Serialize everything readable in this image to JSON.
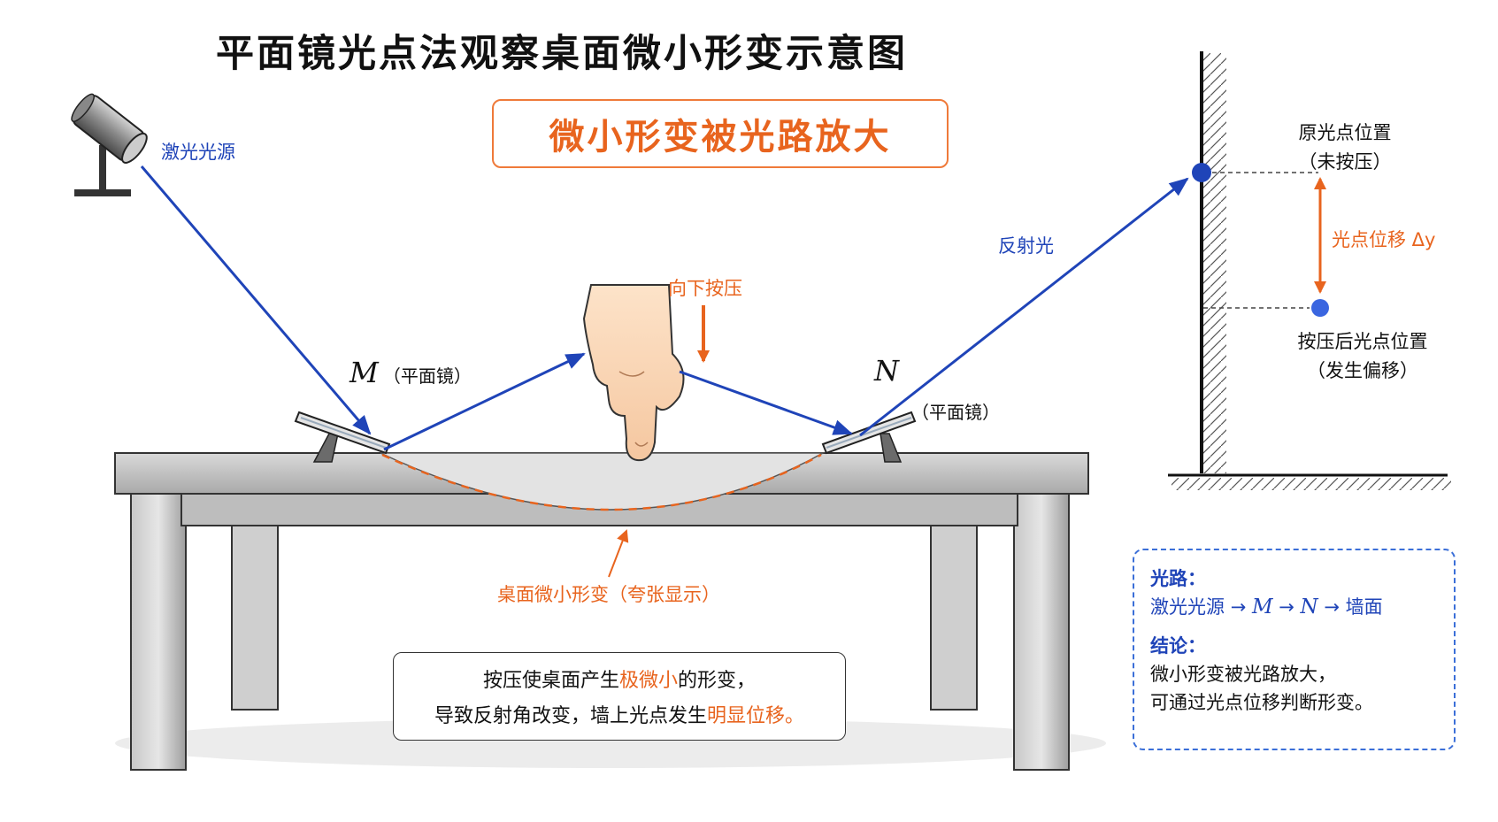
{
  "title": "平面镜光点法观察桌面微小形变示意图",
  "subtitle": "微小形变被光路放大",
  "laser_label": "激光光源",
  "mirror_m": {
    "letter": "M",
    "note": "（平面镜）"
  },
  "mirror_n": {
    "letter": "N",
    "note": "（平面镜）"
  },
  "press_label": "向下按压",
  "reflected_label": "反射光",
  "deform_label": "桌面微小形变（夸张显示）",
  "original_spot": {
    "line1": "原光点位置",
    "line2": "（未按压）"
  },
  "displacement_label": "光点位移 Δy",
  "new_spot": {
    "line1": "按压后光点位置",
    "line2": "（发生偏移）"
  },
  "caption": {
    "line1_a": "按压使桌面产生",
    "line1_hl": "极微小",
    "line1_b": "的形变，",
    "line2_a": "导致反射角改变，墙上光点发生",
    "line2_hl": "明显位移。"
  },
  "info": {
    "path_head": "光路：",
    "path_src": "激光光源",
    "path_m": "M",
    "path_n": "N",
    "path_wall": "墙面",
    "arrow": "→",
    "conc_head": "结论：",
    "conc_line1": "微小形变被光路放大，",
    "conc_line2": "可通过光点位移判断形变。"
  },
  "colors": {
    "beam": "#1f44b8",
    "accent": "#e8641e",
    "box_border": "#3b6fd8"
  }
}
